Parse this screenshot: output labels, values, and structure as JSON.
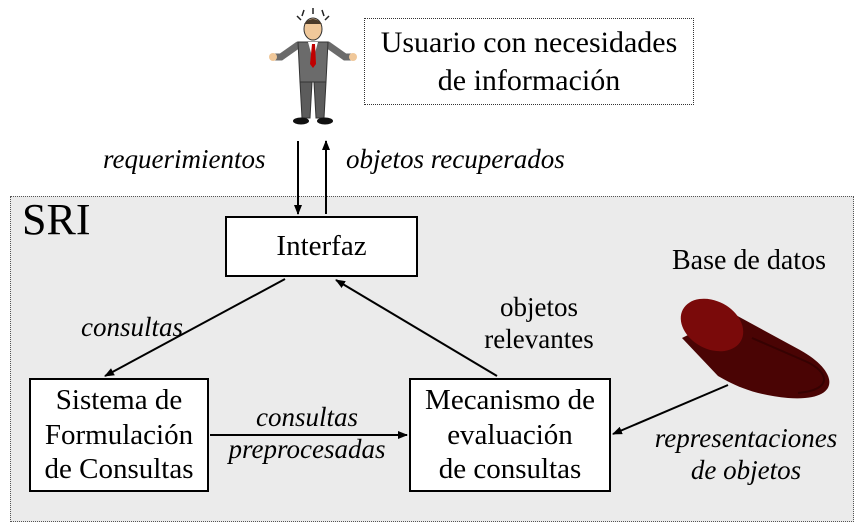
{
  "user": {
    "label_line1": "Usuario con necesidades",
    "label_line2": "de información"
  },
  "flows_top": {
    "requirements": "requerimientos",
    "retrieved_objects": "objetos recuperados"
  },
  "system": {
    "title": "SRI",
    "interface_box": "Interfaz",
    "formulation_box": [
      "Sistema de",
      "Formulación",
      "de Consultas"
    ],
    "evaluation_box": [
      "Mecanismo de",
      "evaluación",
      "de consultas"
    ],
    "database_label": "Base de datos"
  },
  "flows": {
    "queries": "consultas",
    "relevant_objects": [
      "objetos",
      "relevantes"
    ],
    "preprocessed_queries": [
      "consultas",
      "preprocesadas"
    ],
    "object_representations": [
      "representaciones",
      "de objetos"
    ]
  },
  "colors": {
    "panel_bg": "#ebebeb",
    "database_fill": "#7a0a0a",
    "database_dark": "#4a0404"
  }
}
